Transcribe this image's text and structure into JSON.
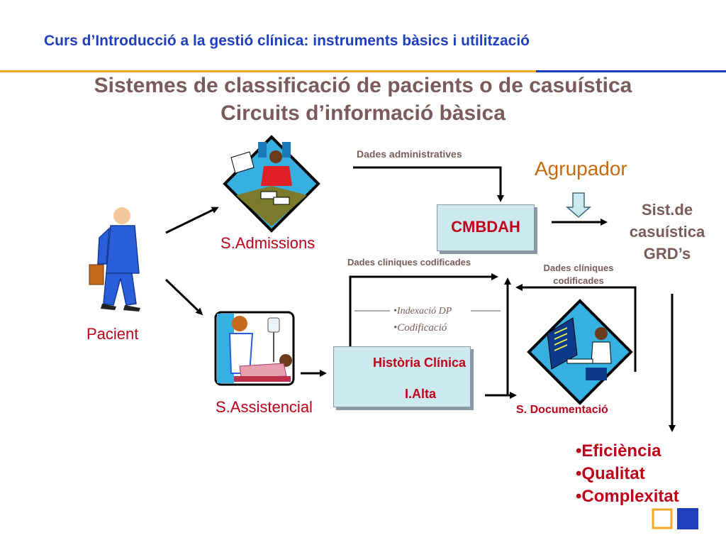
{
  "header": {
    "title": "Curs d’Introducció a la gestió clínica: instruments bàsics i utilització"
  },
  "slide": {
    "title_line1": "Sistemes de classificació de pacients o de casuística",
    "title_line2": "Circuits d’informació bàsica"
  },
  "diagram": {
    "pacient": "Pacient",
    "s_admissions": "S.Admissions",
    "s_assistencial": "S.Assistencial",
    "s_documentacio": "S. Documentació",
    "dades_administratives": "Dades administratives",
    "dades_cliniques_codificades": "Dades cliniques codificades",
    "dades_cliniques_codificades_2_line1": "Dades clíniques",
    "dades_cliniques_codificades_2_line2": "codificades",
    "indexacio": "•Indexació DP",
    "codificacio": "•Codificació",
    "cmbdah": "CMBDAH",
    "historia_clinica": "Història Clínica",
    "i_alta": "I.Alta",
    "agrupador": "Agrupador",
    "sist_line1": "Sist.de",
    "sist_line2": "casuística",
    "sist_line3": "GRD’s",
    "outcomes": [
      "•Eficiència",
      "•Qualitat",
      "•Complexitat"
    ]
  },
  "colors": {
    "accent_blue": "#1f3fbf",
    "accent_orange": "#f5a623",
    "label_red": "#c0001a",
    "title_brown": "#7a5a5a",
    "box_fill": "#cce9ef"
  }
}
